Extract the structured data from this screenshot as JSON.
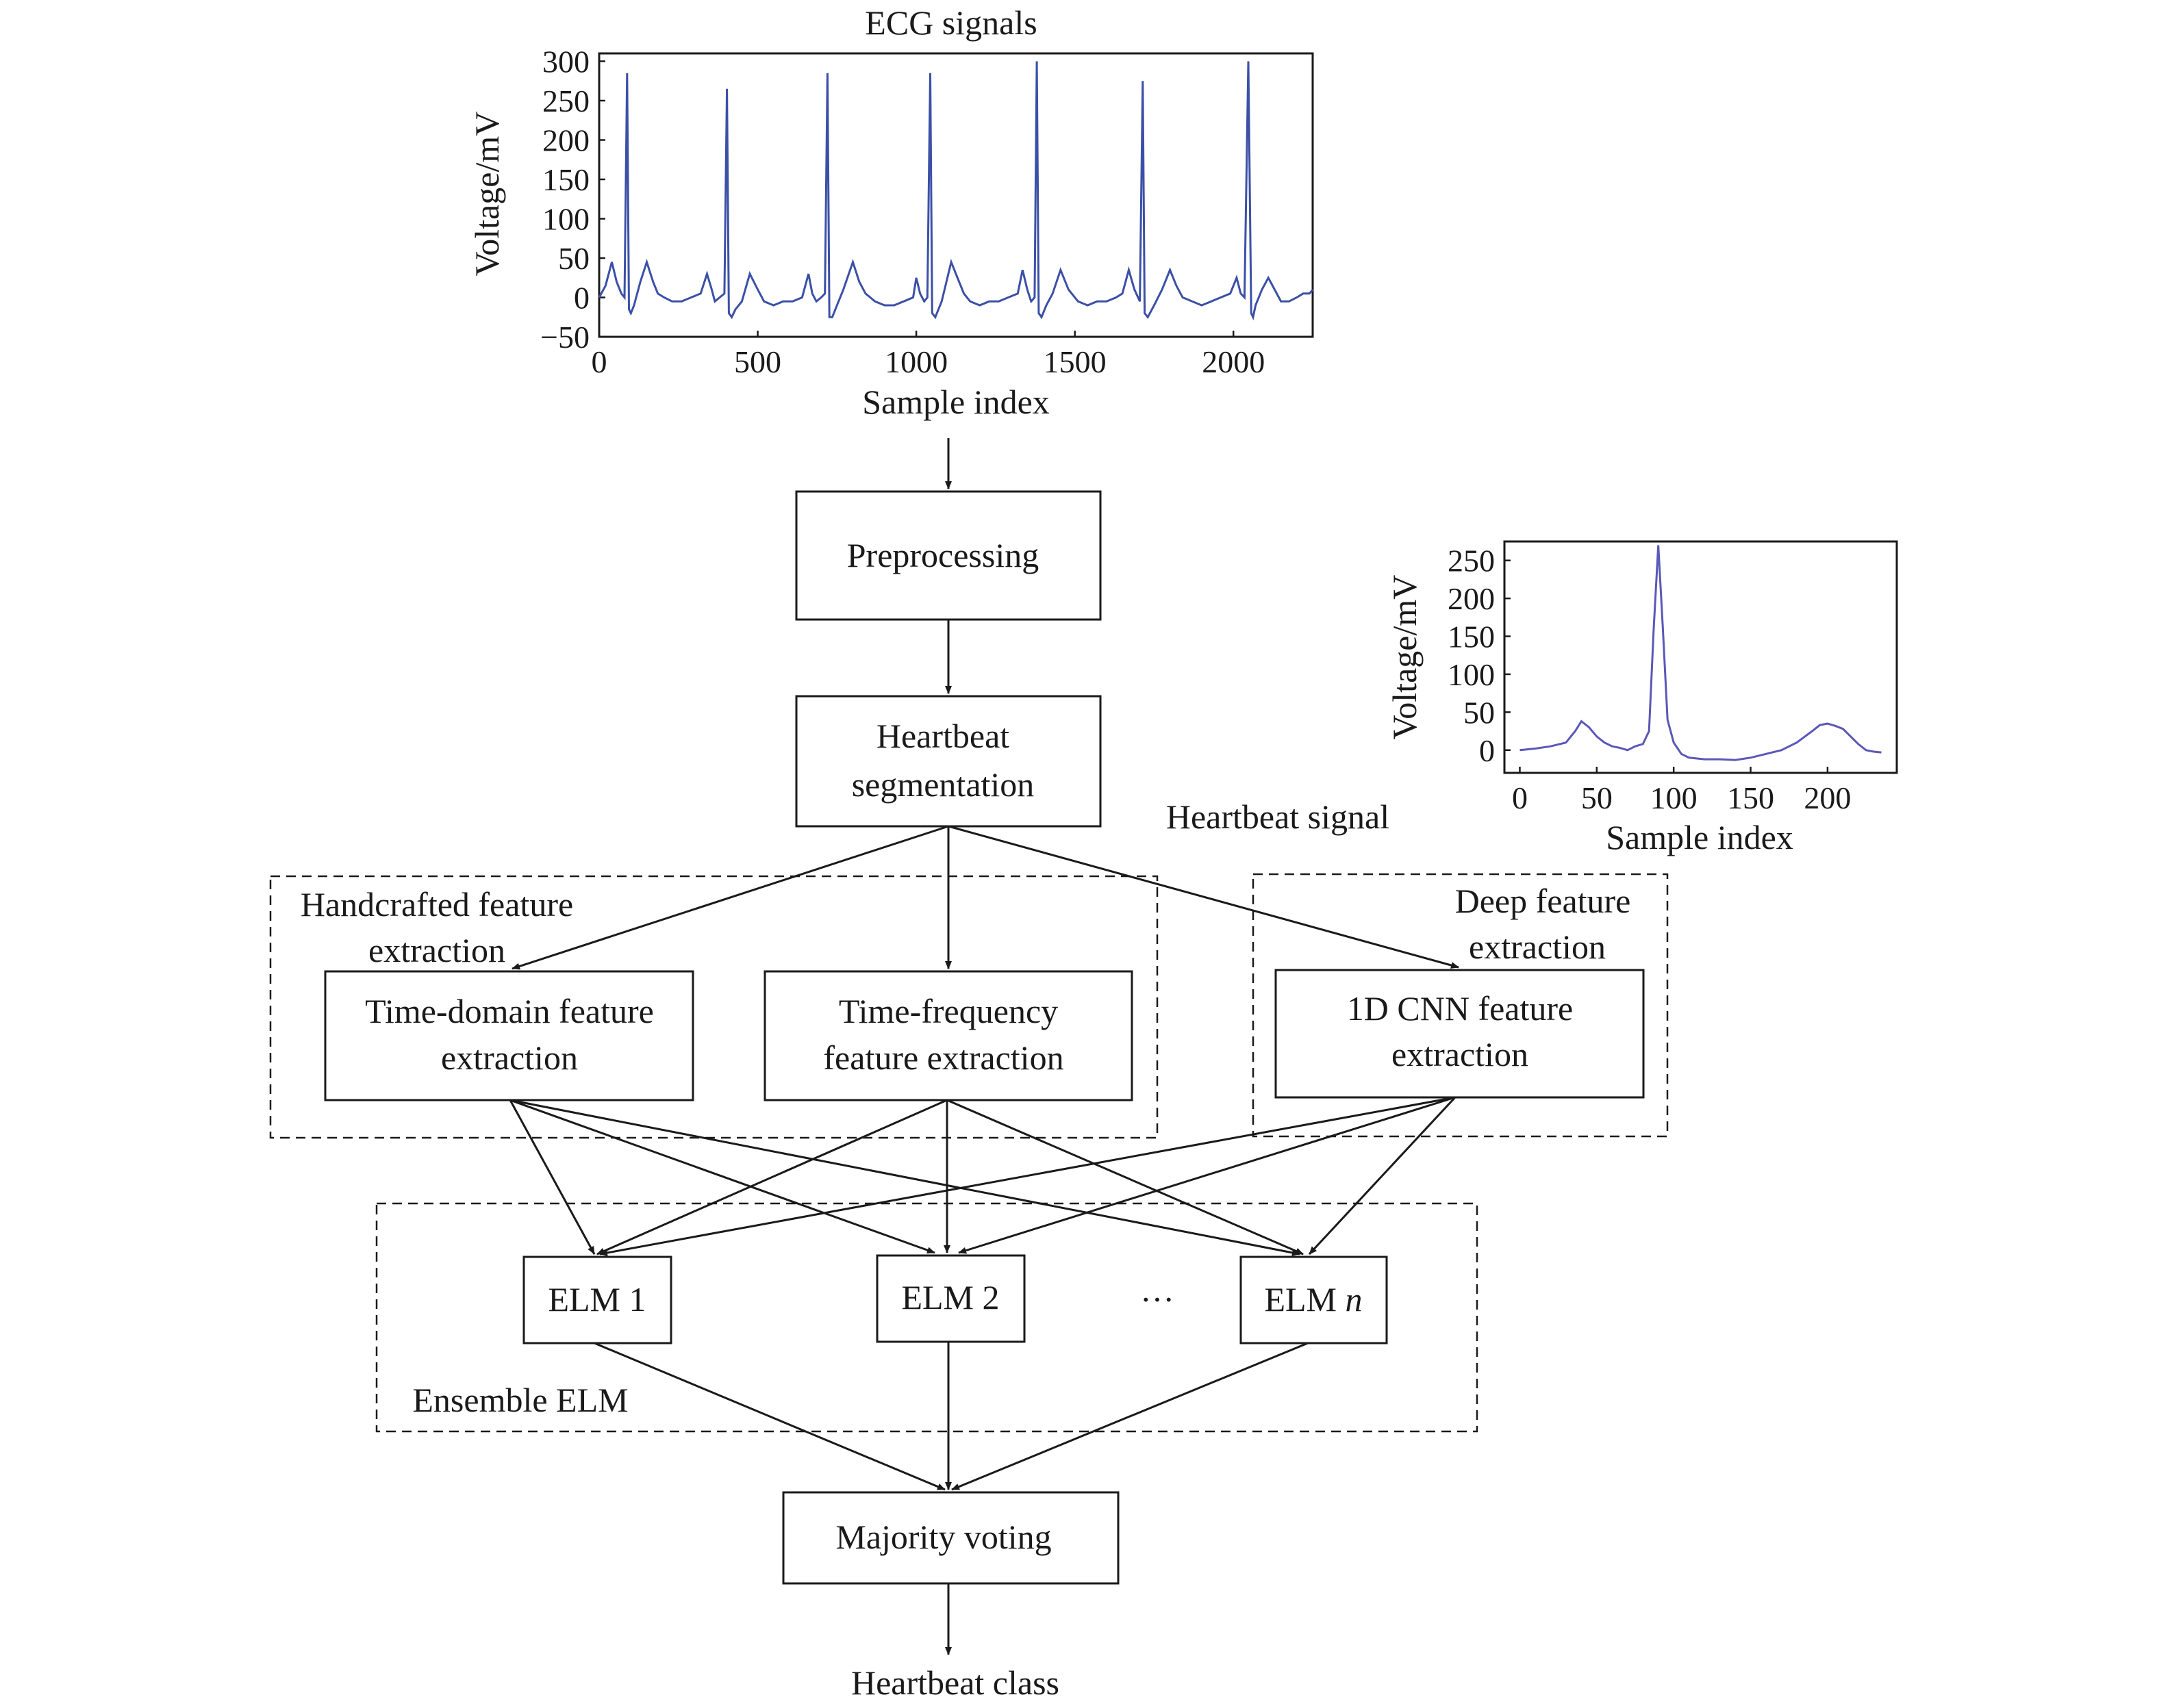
{
  "diagram": {
    "nodes": {
      "preprocessing": "Preprocessing",
      "segmentation": [
        "Heartbeat",
        "segmentation"
      ],
      "time_domain": [
        "Time-domain feature",
        "extraction"
      ],
      "time_frequency": [
        "Time-frequency",
        "feature extraction"
      ],
      "cnn": [
        "1D CNN feature",
        "extraction"
      ],
      "elm1": "ELM 1",
      "elm2": "ELM 2",
      "elmn_prefix": "ELM ",
      "elmn_var": "n",
      "ellipsis": "···",
      "voting": "Majority voting",
      "output": "Heartbeat class"
    },
    "groups": {
      "handcrafted": [
        "Handcrafted feature",
        "extraction"
      ],
      "deep": [
        "Deep feature",
        "extraction"
      ],
      "ensemble": "Ensemble ELM"
    },
    "annotations": {
      "heartbeat_signal": "Heartbeat signal"
    }
  },
  "chart_data": [
    {
      "type": "line",
      "title": "ECG signals",
      "xlabel": "Sample index",
      "ylabel": "Voltage/mV",
      "xlim": [
        0,
        2250
      ],
      "ylim": [
        -50,
        310
      ],
      "xticks": [
        "0",
        "500",
        "1000",
        "1500",
        "2000"
      ],
      "xtick_values": [
        0,
        500,
        1000,
        1500,
        2000
      ],
      "yticks": [
        "300",
        "250",
        "200",
        "150",
        "100",
        "50",
        "0",
        "−50"
      ],
      "ytick_values": [
        300,
        250,
        200,
        150,
        100,
        50,
        0,
        -50
      ],
      "color": "#3b50a6",
      "series": [
        {
          "x": [
            0,
            20,
            40,
            55,
            70,
            80,
            88,
            94,
            100,
            110,
            130,
            150,
            170,
            185,
            205,
            230,
            260,
            290,
            320,
            340,
            355,
            365,
            380,
            395,
            403,
            409,
            418,
            430,
            450,
            475,
            500,
            520,
            550,
            580,
            610,
            640,
            660,
            672,
            685,
            700,
            712,
            720,
            726,
            735,
            750,
            770,
            800,
            820,
            840,
            870,
            900,
            930,
            960,
            990,
            1000,
            1012,
            1025,
            1035,
            1044,
            1050,
            1060,
            1080,
            1110,
            1130,
            1150,
            1170,
            1200,
            1230,
            1260,
            1290,
            1320,
            1335,
            1350,
            1362,
            1373,
            1380,
            1386,
            1395,
            1410,
            1430,
            1455,
            1480,
            1510,
            1540,
            1570,
            1600,
            1630,
            1650,
            1670,
            1688,
            1705,
            1714,
            1720,
            1730,
            1750,
            1775,
            1800,
            1820,
            1840,
            1870,
            1900,
            1930,
            1960,
            1990,
            2010,
            2023,
            2035,
            2047,
            2056,
            2062,
            2070,
            2090,
            2110,
            2130,
            2150,
            2175,
            2200,
            2220,
            2240,
            2250
          ],
          "y": [
            0,
            15,
            45,
            20,
            5,
            0,
            285,
            -15,
            -20,
            -10,
            20,
            45,
            20,
            5,
            0,
            -5,
            -5,
            0,
            5,
            30,
            10,
            -5,
            0,
            5,
            265,
            -20,
            -25,
            -15,
            -5,
            30,
            10,
            -5,
            -10,
            -5,
            -5,
            0,
            30,
            5,
            -5,
            0,
            5,
            285,
            -25,
            -25,
            -10,
            10,
            45,
            20,
            5,
            -5,
            -10,
            -10,
            -5,
            0,
            25,
            5,
            -5,
            0,
            285,
            -20,
            -25,
            -5,
            45,
            25,
            5,
            -5,
            -10,
            -5,
            -5,
            0,
            5,
            35,
            10,
            -5,
            0,
            300,
            -20,
            -25,
            -10,
            5,
            35,
            10,
            -5,
            -10,
            -5,
            -5,
            0,
            5,
            35,
            10,
            -5,
            275,
            -20,
            -25,
            -10,
            10,
            35,
            15,
            0,
            -5,
            -10,
            -5,
            0,
            5,
            25,
            5,
            0,
            300,
            -20,
            -25,
            -10,
            10,
            25,
            10,
            -5,
            -5,
            0,
            5,
            5,
            10
          ]
        }
      ]
    },
    {
      "type": "line",
      "title": "",
      "xlabel": "Sample index",
      "ylabel": "Voltage/mV",
      "xlim": [
        -10,
        245
      ],
      "ylim": [
        -30,
        275
      ],
      "xticks": [
        "0",
        "50",
        "100",
        "150",
        "200"
      ],
      "xtick_values": [
        0,
        50,
        100,
        150,
        200
      ],
      "yticks": [
        "250",
        "200",
        "150",
        "100",
        "50",
        "0"
      ],
      "ytick_values": [
        250,
        200,
        150,
        100,
        50,
        0
      ],
      "color": "#5a58b8",
      "series": [
        {
          "x": [
            0,
            10,
            20,
            30,
            36,
            40,
            45,
            50,
            55,
            60,
            65,
            70,
            75,
            80,
            84,
            87,
            90,
            93,
            96,
            100,
            105,
            110,
            120,
            130,
            140,
            150,
            160,
            170,
            180,
            190,
            195,
            200,
            205,
            210,
            215,
            220,
            225,
            230,
            235
          ],
          "y": [
            0,
            2,
            5,
            10,
            25,
            38,
            30,
            18,
            10,
            5,
            3,
            0,
            5,
            8,
            25,
            160,
            270,
            160,
            40,
            10,
            -5,
            -10,
            -12,
            -12,
            -13,
            -10,
            -5,
            0,
            10,
            25,
            33,
            35,
            32,
            28,
            18,
            8,
            0,
            -2,
            -3
          ]
        }
      ]
    }
  ]
}
